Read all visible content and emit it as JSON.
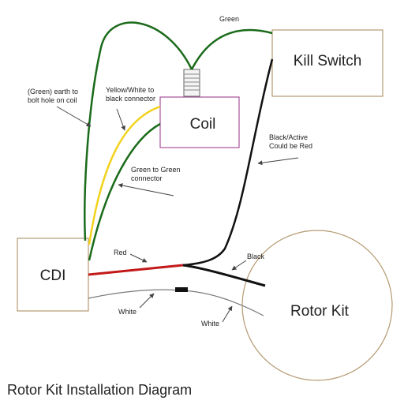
{
  "diagram": {
    "title": "Rotor Kit Installation Diagram",
    "components": {
      "kill_switch": "Kill Switch",
      "coil": "Coil",
      "cdi": "CDI",
      "rotor_kit": "Rotor Kit"
    },
    "labels": {
      "green_top": "Green",
      "earth_line1": "(Green) earth to",
      "earth_line2": "bolt hole on coil",
      "yellow_line1": "Yellow/White to",
      "yellow_line2": "black connector",
      "green_conn_line1": "Green to Green",
      "green_conn_line2": "connector",
      "black_active_line1": "Black/Active",
      "black_active_line2": "Could be Red",
      "red": "Red",
      "black": "Black",
      "white_left": "White",
      "white_right": "White"
    },
    "colors": {
      "green_wire": "#1a6b1a",
      "yellow_wire": "#f2d21b",
      "red_wire": "#c21a1a",
      "black_wire": "#111111",
      "white_wire": "#7a7a7a",
      "box_border_tan": "#b59a72",
      "coil_border": "#a8529a",
      "arrow": "#444444"
    }
  }
}
